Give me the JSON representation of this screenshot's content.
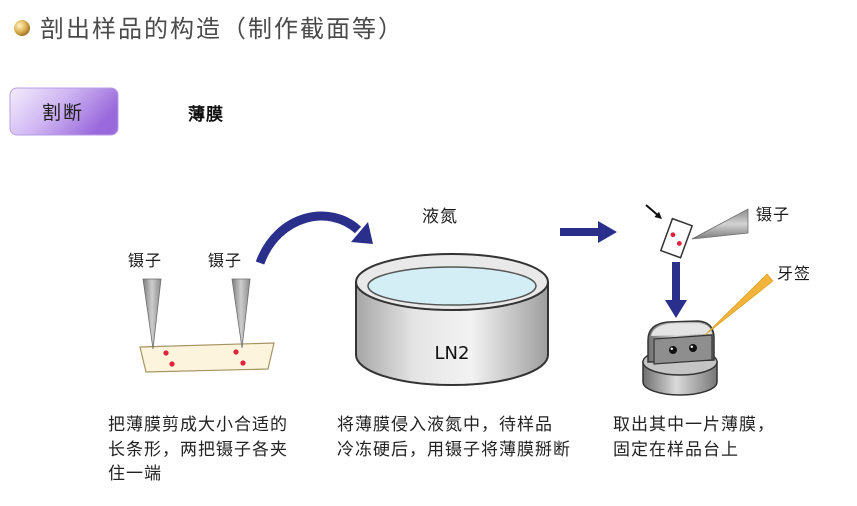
{
  "title": {
    "text": "剖出样品的构造（制作截面等）"
  },
  "section": {
    "tag_label": "割断",
    "subtitle": "薄膜"
  },
  "diagram": {
    "step1": {
      "tweezers_left_label": "镊子",
      "tweezers_right_label": "镊子",
      "caption_lines": [
        "把薄膜剪成大小合适的",
        "长条形，两把镊子各夹",
        "住一端"
      ]
    },
    "step2": {
      "liquid_label": "液氮",
      "container_label": "LN2",
      "caption_lines": [
        "将薄膜侵入液氮中，待样品",
        "冷冻硬后，用镊子将薄膜掰断"
      ]
    },
    "step3": {
      "tweezers_label": "镊子",
      "toothpick_label": "牙签",
      "caption_lines": [
        "取出其中一片薄膜，",
        "固定在样品台上"
      ]
    }
  },
  "icons": {
    "title_bullet": "bullet-icon",
    "flow_arrow_curved": "curved-arrow-icon",
    "flow_arrow_right": "right-arrow-icon",
    "flow_arrow_down": "down-arrow-icon",
    "pointer": "pointer-arrow-icon",
    "tweezers": "tweezers-icon"
  },
  "colors": {
    "bullet_gold": "#d9aa45",
    "tag_purple": "#9a69dc",
    "arrow": "#2b2f8c",
    "liquid": "#d4eef6",
    "toothpick": "#f2b43a",
    "sample_dot": "#e0243a"
  }
}
